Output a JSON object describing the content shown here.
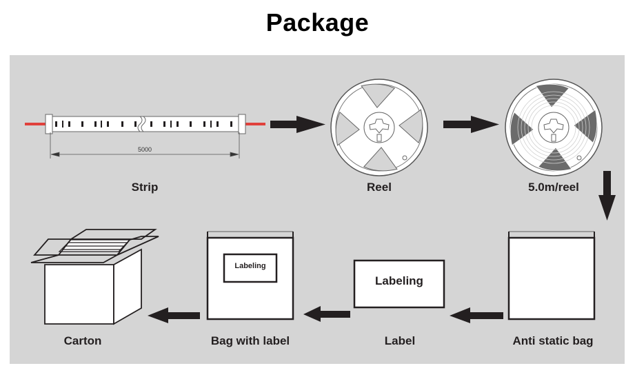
{
  "title": "Package",
  "colors": {
    "panel_bg": "#d5d5d5",
    "arrow": "#231f20",
    "wire": "#e0413c",
    "item_fill": "#ffffff",
    "tape_fill": "#6b6b6b"
  },
  "strip": {
    "dimension_label": "5000",
    "caption": "Strip"
  },
  "steps": [
    {
      "id": "strip",
      "caption": "Strip"
    },
    {
      "id": "reel",
      "caption": "Reel"
    },
    {
      "id": "filled-reel",
      "caption": "5.0m/reel"
    },
    {
      "id": "anti-static-bag",
      "caption": "Anti static bag"
    },
    {
      "id": "label",
      "caption": "Label",
      "label_text": "Labeling"
    },
    {
      "id": "bag-with-label",
      "caption": "Bag with label",
      "label_text": "Labeling"
    },
    {
      "id": "carton",
      "caption": "Carton"
    }
  ]
}
